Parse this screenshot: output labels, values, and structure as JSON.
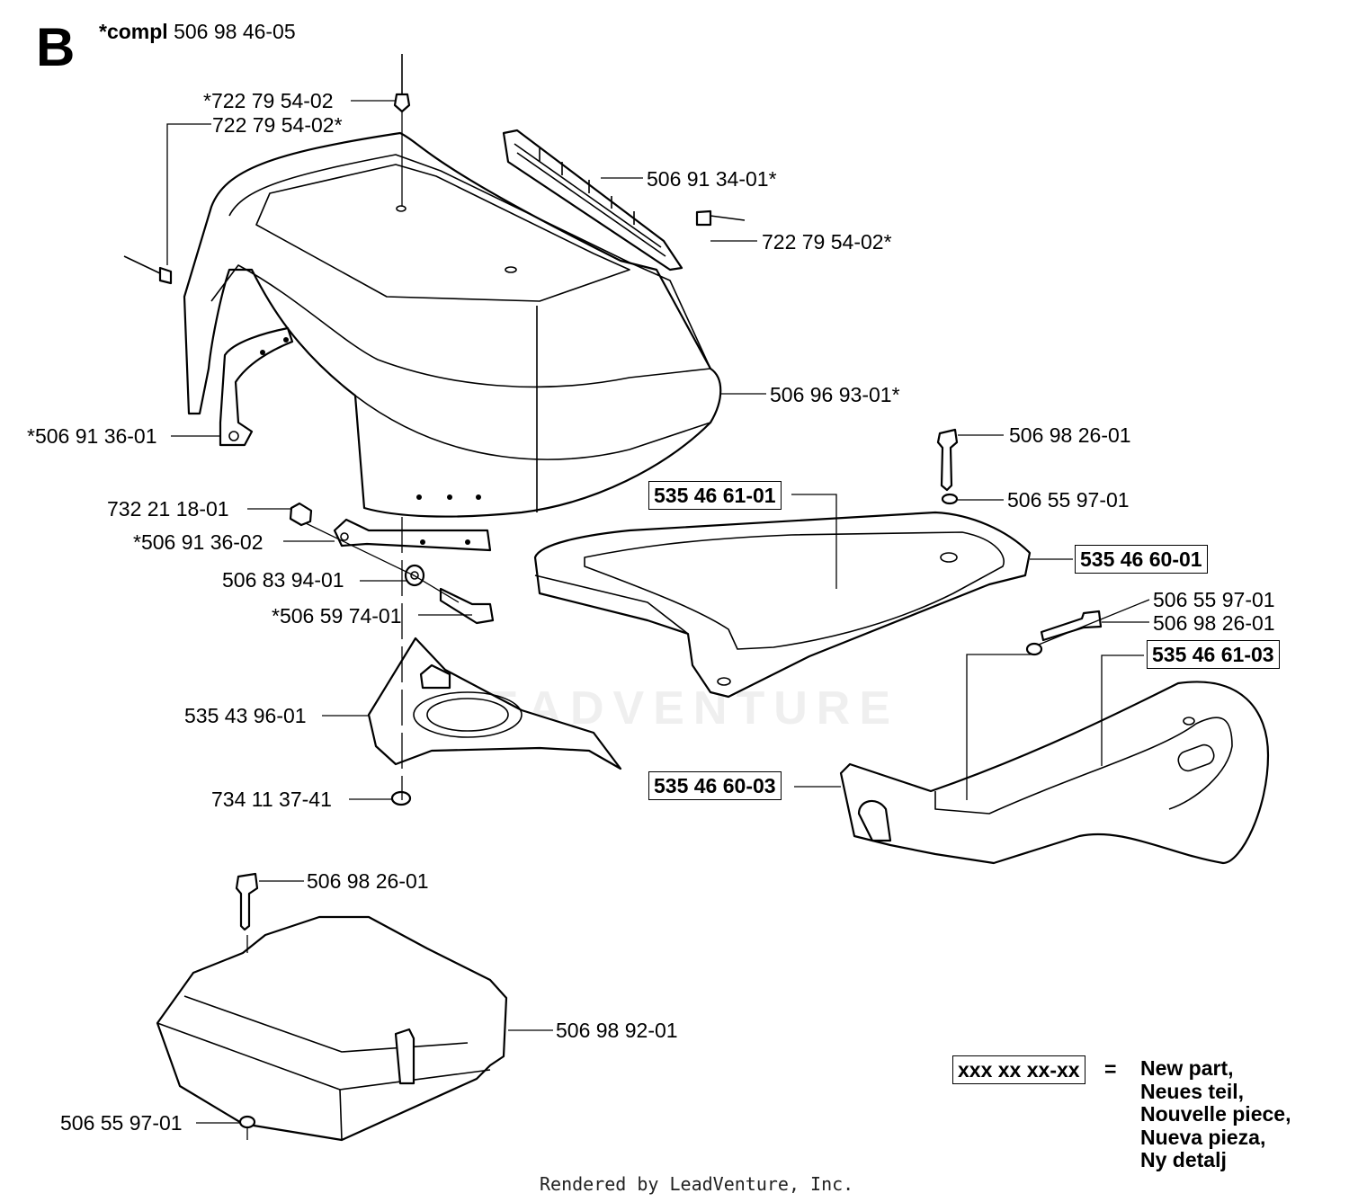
{
  "section_letter": "B",
  "compl": {
    "prefix": "*compl",
    "number": "506 98 46-05"
  },
  "labels": {
    "rivet_top_a": "*722 79 54-02",
    "rivet_top_b": "722 79 54-02*",
    "grille": "506 91 34-01*",
    "rivet_right": "722 79 54-02*",
    "hood": "506 96 93-01*",
    "bracket_left": "*506 91 36-01",
    "nut": "732 21 18-01",
    "bracket_lower": "*506 91 36-02",
    "washer": "506 83 94-01",
    "bolt": "*506 59 74-01",
    "cup_holder": "535 43 96-01",
    "washer_small": "734 11 37-41",
    "screw_top_right": "506 98 26-01",
    "washer_top_right": "506 55 97-01",
    "panel_right_a": "535 46 61-01",
    "panel_right_b": "535 46 60-01",
    "washer_mid_right": "506 55 97-01",
    "screw_mid_right": "506 98 26-01",
    "panel_right_c": "535 46 61-03",
    "panel_right_d": "535 46 60-03",
    "screw_bottom": "506 98 26-01",
    "cover_bottom": "506 98 92-01",
    "washer_bottom": "506 55 97-01"
  },
  "legend": {
    "pattern": "xxx xx xx-xx",
    "equals": "=",
    "meanings": [
      "New part,",
      "Neues teil,",
      "Nouvelle piece,",
      "Nueva pieza,",
      "Ny detalj"
    ]
  },
  "watermark": "LEADVENTURE",
  "footer": "Rendered by LeadVenture, Inc."
}
